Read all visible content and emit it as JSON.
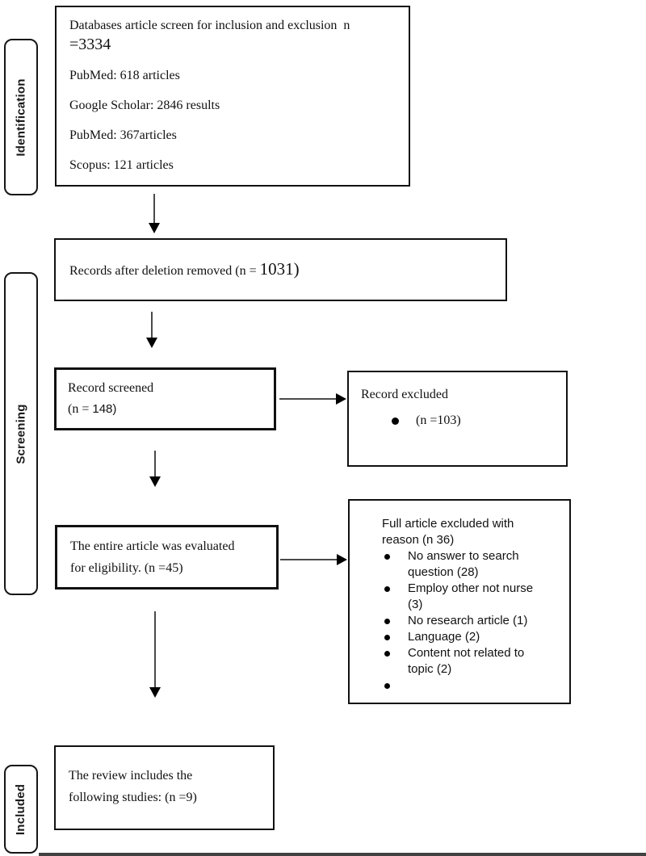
{
  "sidebar": {
    "identification": "Identification",
    "screening": "Screening",
    "included": "Included"
  },
  "boxes": {
    "databases": {
      "line1": "Databases article screen for inclusion and exclusion  n",
      "line1_big": "=3334",
      "items": [
        "PubMed: 618 articles",
        "Google Scholar: 2846 results",
        "PubMed: 367articles",
        "Scopus: 121 articles"
      ]
    },
    "records": {
      "prefix": "Records after deletion removed (n = ",
      "big": "1031)"
    },
    "screened": {
      "line1": "Record screened",
      "line2_prefix": "(n = ",
      "line2_num": "148)"
    },
    "excluded": {
      "title": "Record excluded",
      "bullet": "(n =103)"
    },
    "eligibility": {
      "line1": "The entire article was evaluated",
      "line2": "for eligibility. (n =45)"
    },
    "full_excluded": {
      "title": "Full article excluded with reason (n 36)",
      "items": [
        "No answer to search question (28)",
        "Employ other not nurse (3)",
        "No research article (1)",
        "Language (2)",
        "Content not related to topic (2)",
        ""
      ]
    },
    "review": {
      "line1": "The review includes the",
      "line2": "following studies: (n =9)"
    }
  },
  "colors": {
    "ink": "#111111",
    "arrow_line": "#4a4a4a",
    "arrow_head": "#000000",
    "bottom_bar": "#414141"
  }
}
